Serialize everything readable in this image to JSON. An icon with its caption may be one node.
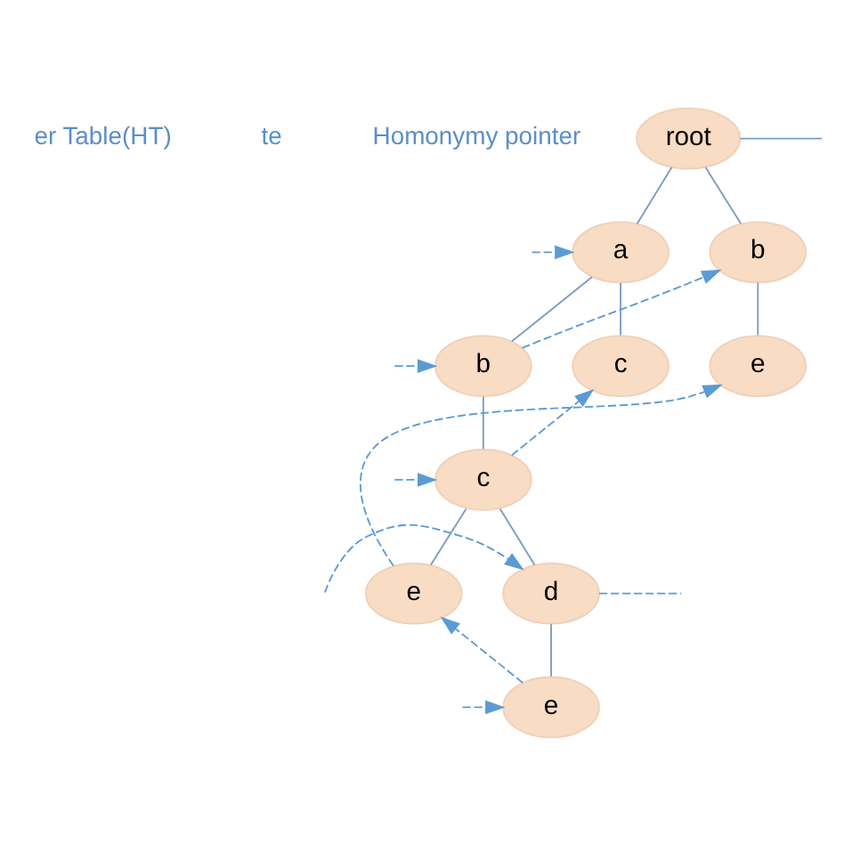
{
  "diagram": {
    "nodes": [
      {
        "text": [
          "root"
        ]
      },
      {
        "text": [
          "a"
        ]
      },
      {
        "text": [
          "b"
        ]
      },
      {
        "text": [
          "b"
        ]
      },
      {
        "text": [
          "c"
        ]
      },
      {
        "text": [
          "e"
        ]
      },
      {
        "text": [
          "c"
        ]
      },
      {
        "text": [
          "d"
        ]
      },
      {
        "text": [
          "e"
        ]
      },
      {
        "text": [
          "e"
        ]
      }
    ],
    "edges": [
      {
        "from": 0,
        "to": 1,
        "arrow": "none"
      },
      {
        "from": 0,
        "to": 2,
        "arrow": "none"
      },
      {
        "from": 0,
        "to": null,
        "arrow": "none"
      },
      {
        "from": 1,
        "to": 3,
        "arrow": "none"
      },
      {
        "from": 1,
        "to": 4,
        "arrow": "none"
      },
      {
        "from": 2,
        "to": 5,
        "arrow": "none"
      },
      {
        "from": 3,
        "to": 6,
        "arrow": "none"
      },
      {
        "from": 6,
        "to": 7,
        "arrow": "none"
      },
      {
        "from": 6,
        "to": 8,
        "arrow": "none"
      },
      {
        "from": 7,
        "to": 9,
        "arrow": "none"
      },
      {
        "from": null,
        "to": 1,
        "arrow": "to",
        "style": "dashed",
        "color": "#5b9bd5"
      },
      {
        "from": null,
        "to": 3,
        "arrow": "to",
        "style": "dashed",
        "color": "#5b9bd5"
      },
      {
        "from": 3,
        "to": 2,
        "arrow": "to",
        "style": "dashed",
        "color": "#5b9bd5"
      },
      {
        "from": null,
        "to": 6,
        "arrow": "to",
        "style": "dashed",
        "color": "#5b9bd5"
      },
      {
        "from": 6,
        "to": 4,
        "arrow": "to",
        "style": "dashed",
        "color": "#5b9bd5"
      },
      {
        "from": null,
        "to": 7,
        "arrow": "to",
        "style": "dashed",
        "color": "#5b9bd5"
      },
      {
        "from": 7,
        "to": null,
        "arrow": "none",
        "style": "dashed",
        "color": "#5b9bd5"
      },
      {
        "from": 8,
        "to": 5,
        "arrow": "to",
        "style": "dashed",
        "color": "#5b9bd5"
      },
      {
        "from": null,
        "to": 9,
        "arrow": "to",
        "style": "dashed",
        "color": "#5b9bd5"
      },
      {
        "from": 9,
        "to": 8,
        "arrow": "to",
        "style": "dashed",
        "color": "#5b9bd5"
      }
    ],
    "labels": [
      "er Table(HT)",
      "te",
      "Homonymy pointer"
    ]
  }
}
